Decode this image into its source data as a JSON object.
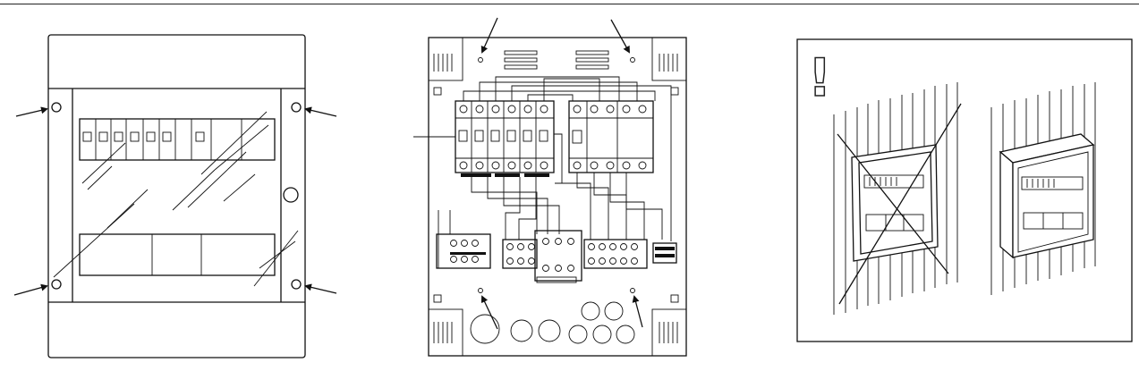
{
  "figure": {
    "panels": [
      {
        "name": "distribution-box-front-with-cover",
        "arrows": 4
      },
      {
        "name": "distribution-box-interior-wiring",
        "arrows": 4
      },
      {
        "name": "mounting-warning",
        "warning_symbol": "!"
      }
    ],
    "icons": [
      "arrow-icon",
      "warning-icon",
      "cross-out-icon"
    ]
  }
}
